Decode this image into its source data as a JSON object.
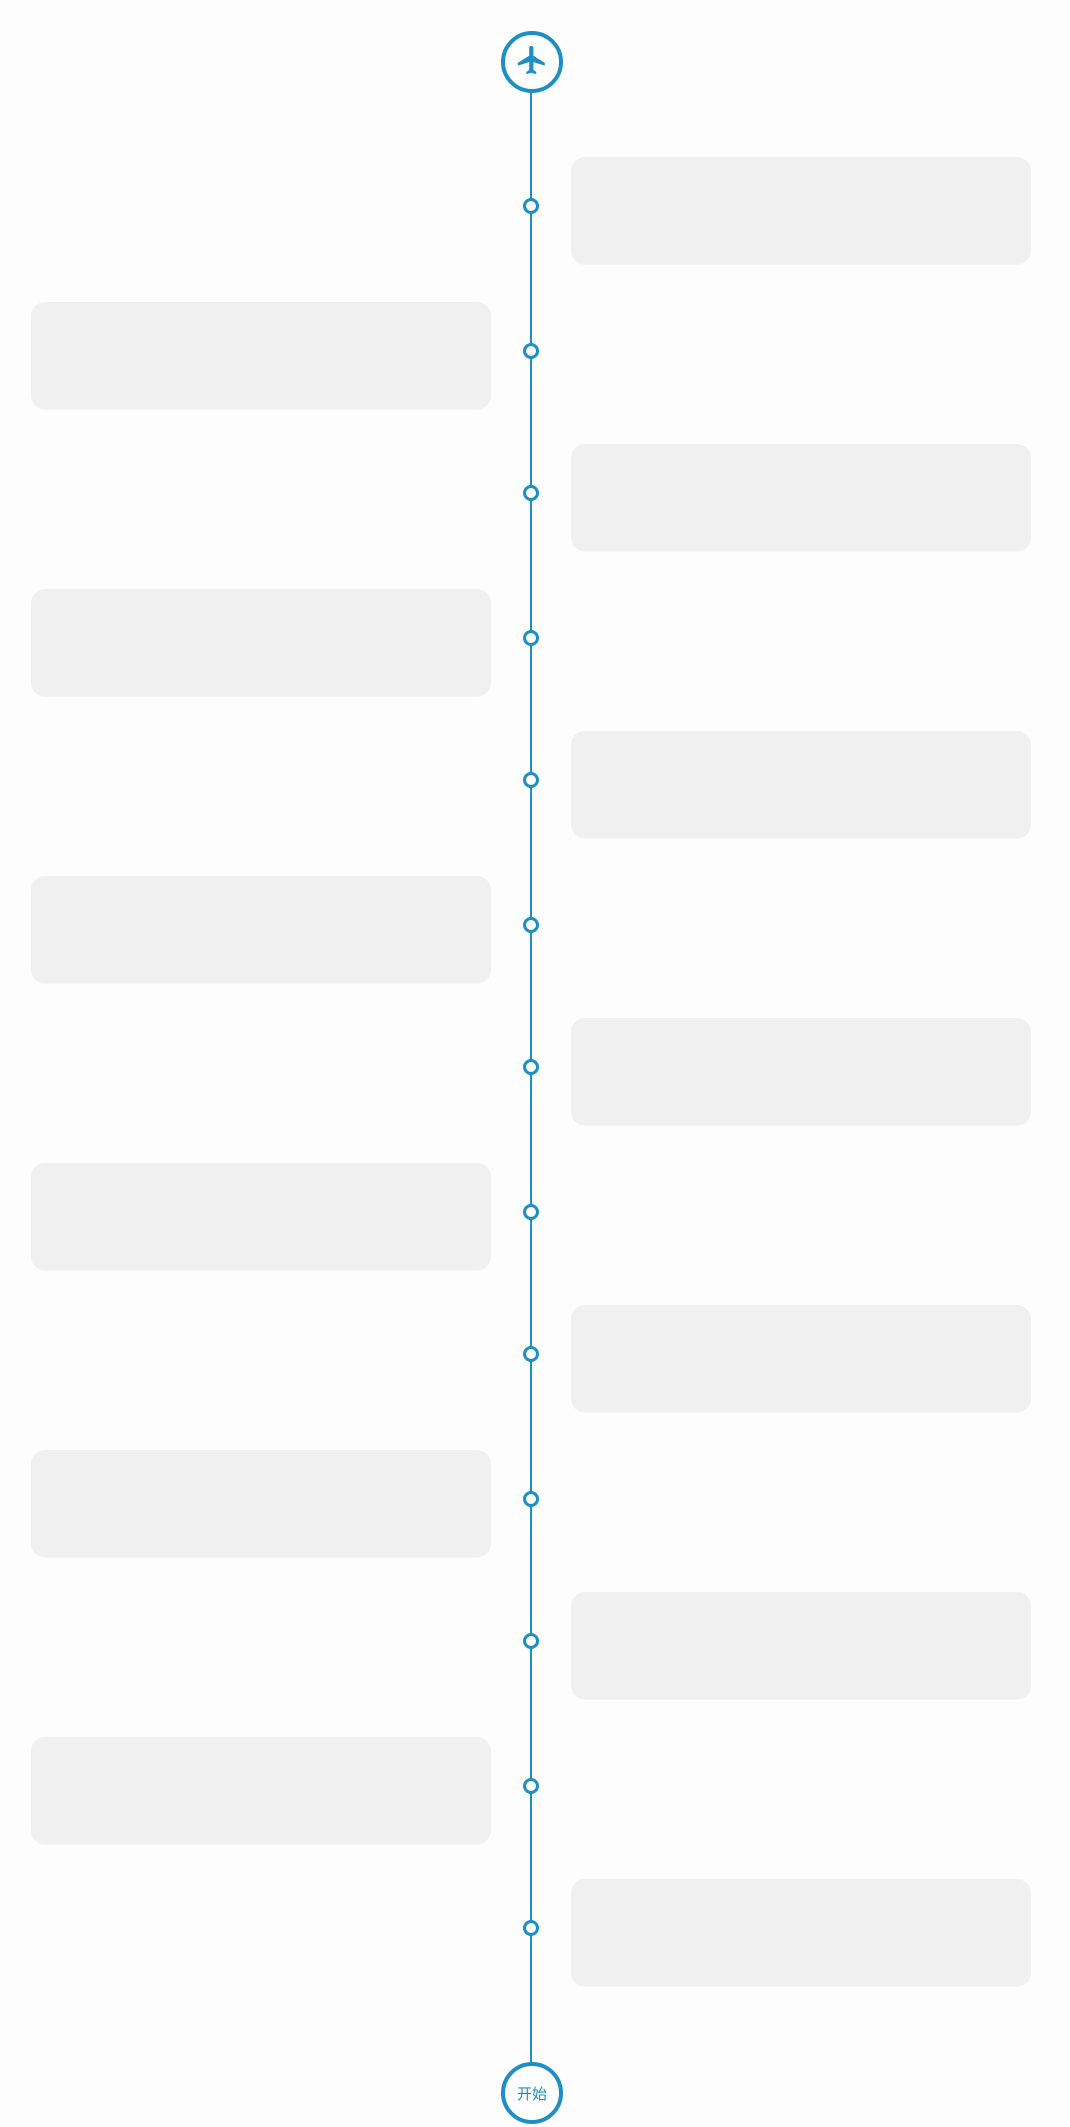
{
  "accent_color": "#1d8fc4",
  "card_color": "#f0f0f0",
  "header": {
    "icon": "airplane-icon"
  },
  "footer": {
    "start_label": "开始"
  },
  "timeline": {
    "entries": [
      {
        "side": "right",
        "text": ""
      },
      {
        "side": "left",
        "text": ""
      },
      {
        "side": "right",
        "text": ""
      },
      {
        "side": "left",
        "text": ""
      },
      {
        "side": "right",
        "text": ""
      },
      {
        "side": "left",
        "text": ""
      },
      {
        "side": "right",
        "text": ""
      },
      {
        "side": "left",
        "text": ""
      },
      {
        "side": "right",
        "text": ""
      },
      {
        "side": "left",
        "text": ""
      },
      {
        "side": "right",
        "text": ""
      },
      {
        "side": "left",
        "text": ""
      },
      {
        "side": "right",
        "text": ""
      }
    ]
  }
}
